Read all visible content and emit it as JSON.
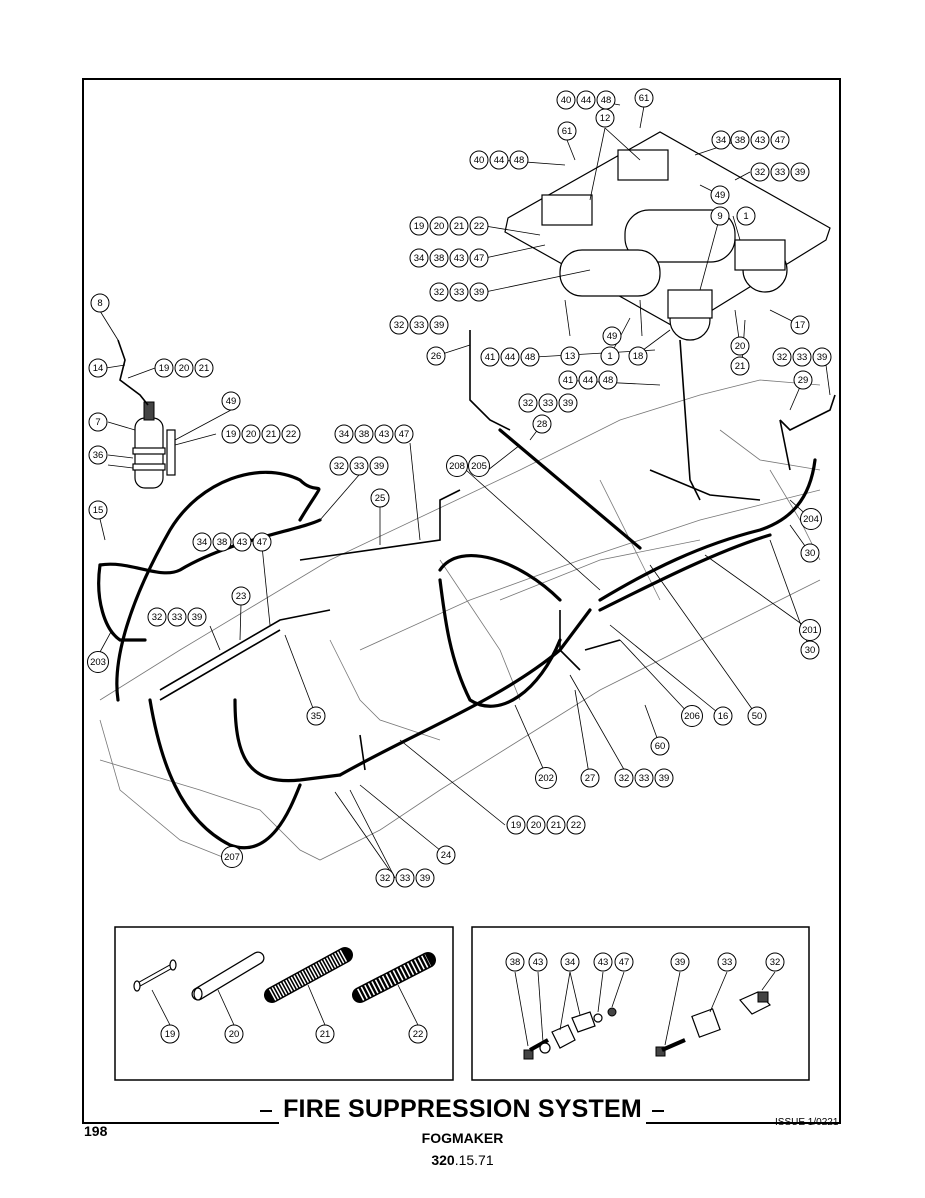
{
  "page": {
    "title": "FIRE SUPPRESSION SYSTEM",
    "subtitle": "FOGMAKER",
    "code_prefix": "320",
    "code_suffix": ".15.71",
    "page_number": "198",
    "issue": "ISSUE 1/0221"
  },
  "callouts": {
    "main": [
      "40",
      "44",
      "48",
      "61",
      "12",
      "34",
      "38",
      "43",
      "47",
      "61",
      "40",
      "44",
      "48",
      "32",
      "33",
      "39",
      "49",
      "9",
      "1",
      "19",
      "20",
      "21",
      "22",
      "34",
      "38",
      "43",
      "47",
      "32",
      "33",
      "39",
      "8",
      "32",
      "33",
      "39",
      "49",
      "13",
      "1",
      "18",
      "17",
      "20",
      "21",
      "32",
      "33",
      "39",
      "26",
      "41",
      "44",
      "48",
      "41",
      "44",
      "48",
      "14",
      "19",
      "20",
      "21",
      "29",
      "7",
      "49",
      "19",
      "20",
      "21",
      "22",
      "32",
      "33",
      "39",
      "28",
      "36",
      "34",
      "38",
      "43",
      "47",
      "32",
      "33",
      "39",
      "208",
      "205",
      "25",
      "15",
      "204",
      "34",
      "38",
      "43",
      "47",
      "30",
      "23",
      "32",
      "33",
      "39",
      "201",
      "203",
      "30",
      "35",
      "16",
      "206",
      "50",
      "60",
      "202",
      "27",
      "32",
      "33",
      "39",
      "19",
      "20",
      "21",
      "22",
      "24",
      "207",
      "32",
      "33",
      "39"
    ],
    "detail_left": [
      "19",
      "20",
      "21",
      "22"
    ],
    "detail_right": [
      "38",
      "43",
      "34",
      "43",
      "47",
      "39",
      "33",
      "32"
    ]
  }
}
